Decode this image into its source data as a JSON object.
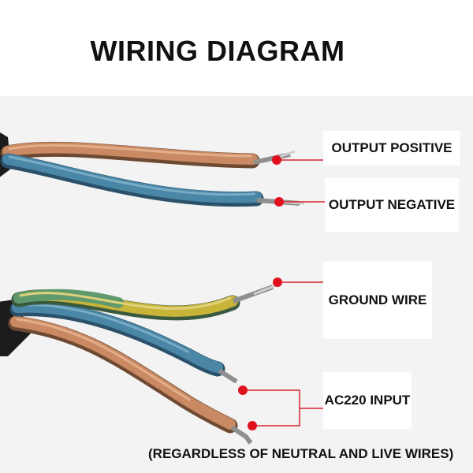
{
  "title": "WIRING DIAGRAM",
  "labels": {
    "output_positive": "OUTPUT POSITIVE",
    "output_negative": "OUTPUT NEGATIVE",
    "ground_wire": "GROUND WIRE",
    "ac220_input": "AC220 INPUT",
    "note": "(REGARDLESS OF NEUTRAL AND LIVE WIRES)"
  },
  "colors": {
    "brown_wire": "#c98a63",
    "blue_wire": "#4a86a6",
    "yellow_green_wire": "#c9b43a",
    "marker_dot": "#e0101e",
    "leader_line": "#d8222c"
  }
}
